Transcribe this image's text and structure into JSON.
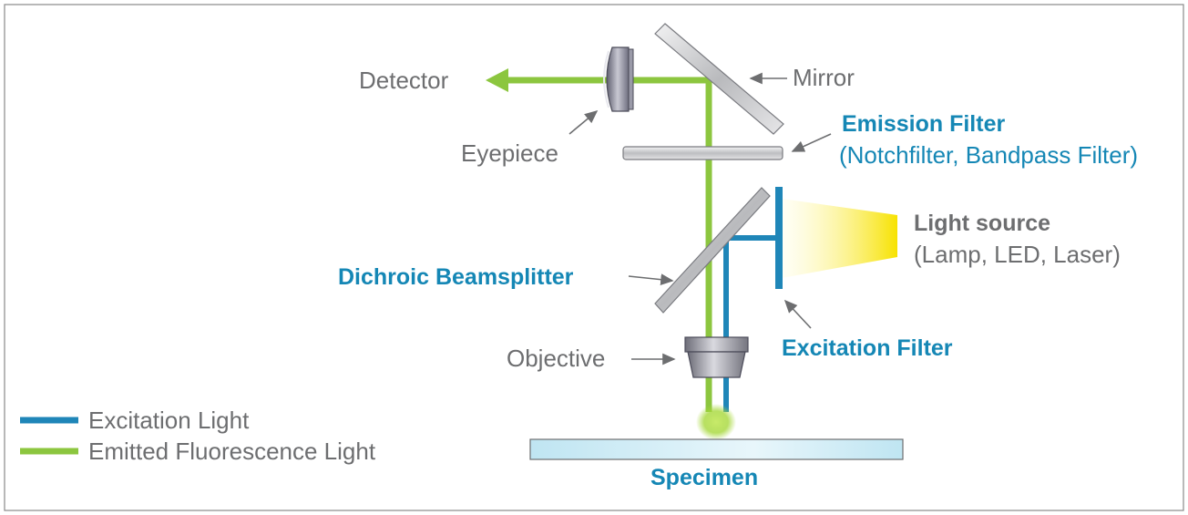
{
  "labels": {
    "detector": "Detector",
    "mirror": "Mirror",
    "eyepiece": "Eyepiece",
    "emission_filter_title": "Emission Filter",
    "emission_filter_sub": "(Notchfilter, Bandpass Filter)",
    "light_source_title": "Light source",
    "light_source_sub": "(Lamp, LED, Laser)",
    "dichroic": "Dichroic Beamsplitter",
    "excitation_filter": "Excitation Filter",
    "objective": "Objective",
    "specimen": "Specimen"
  },
  "legend": {
    "items": [
      {
        "label": "Excitation Light",
        "color": "#1f86b8"
      },
      {
        "label": "Emitted Fluorescence Light",
        "color": "#8cc63f"
      }
    ]
  },
  "colors": {
    "excitation": "#1f86b8",
    "emission": "#8cc63f",
    "label_gray": "#6d6e70",
    "label_blue": "#1587b5",
    "light_source": "#f7e200"
  }
}
